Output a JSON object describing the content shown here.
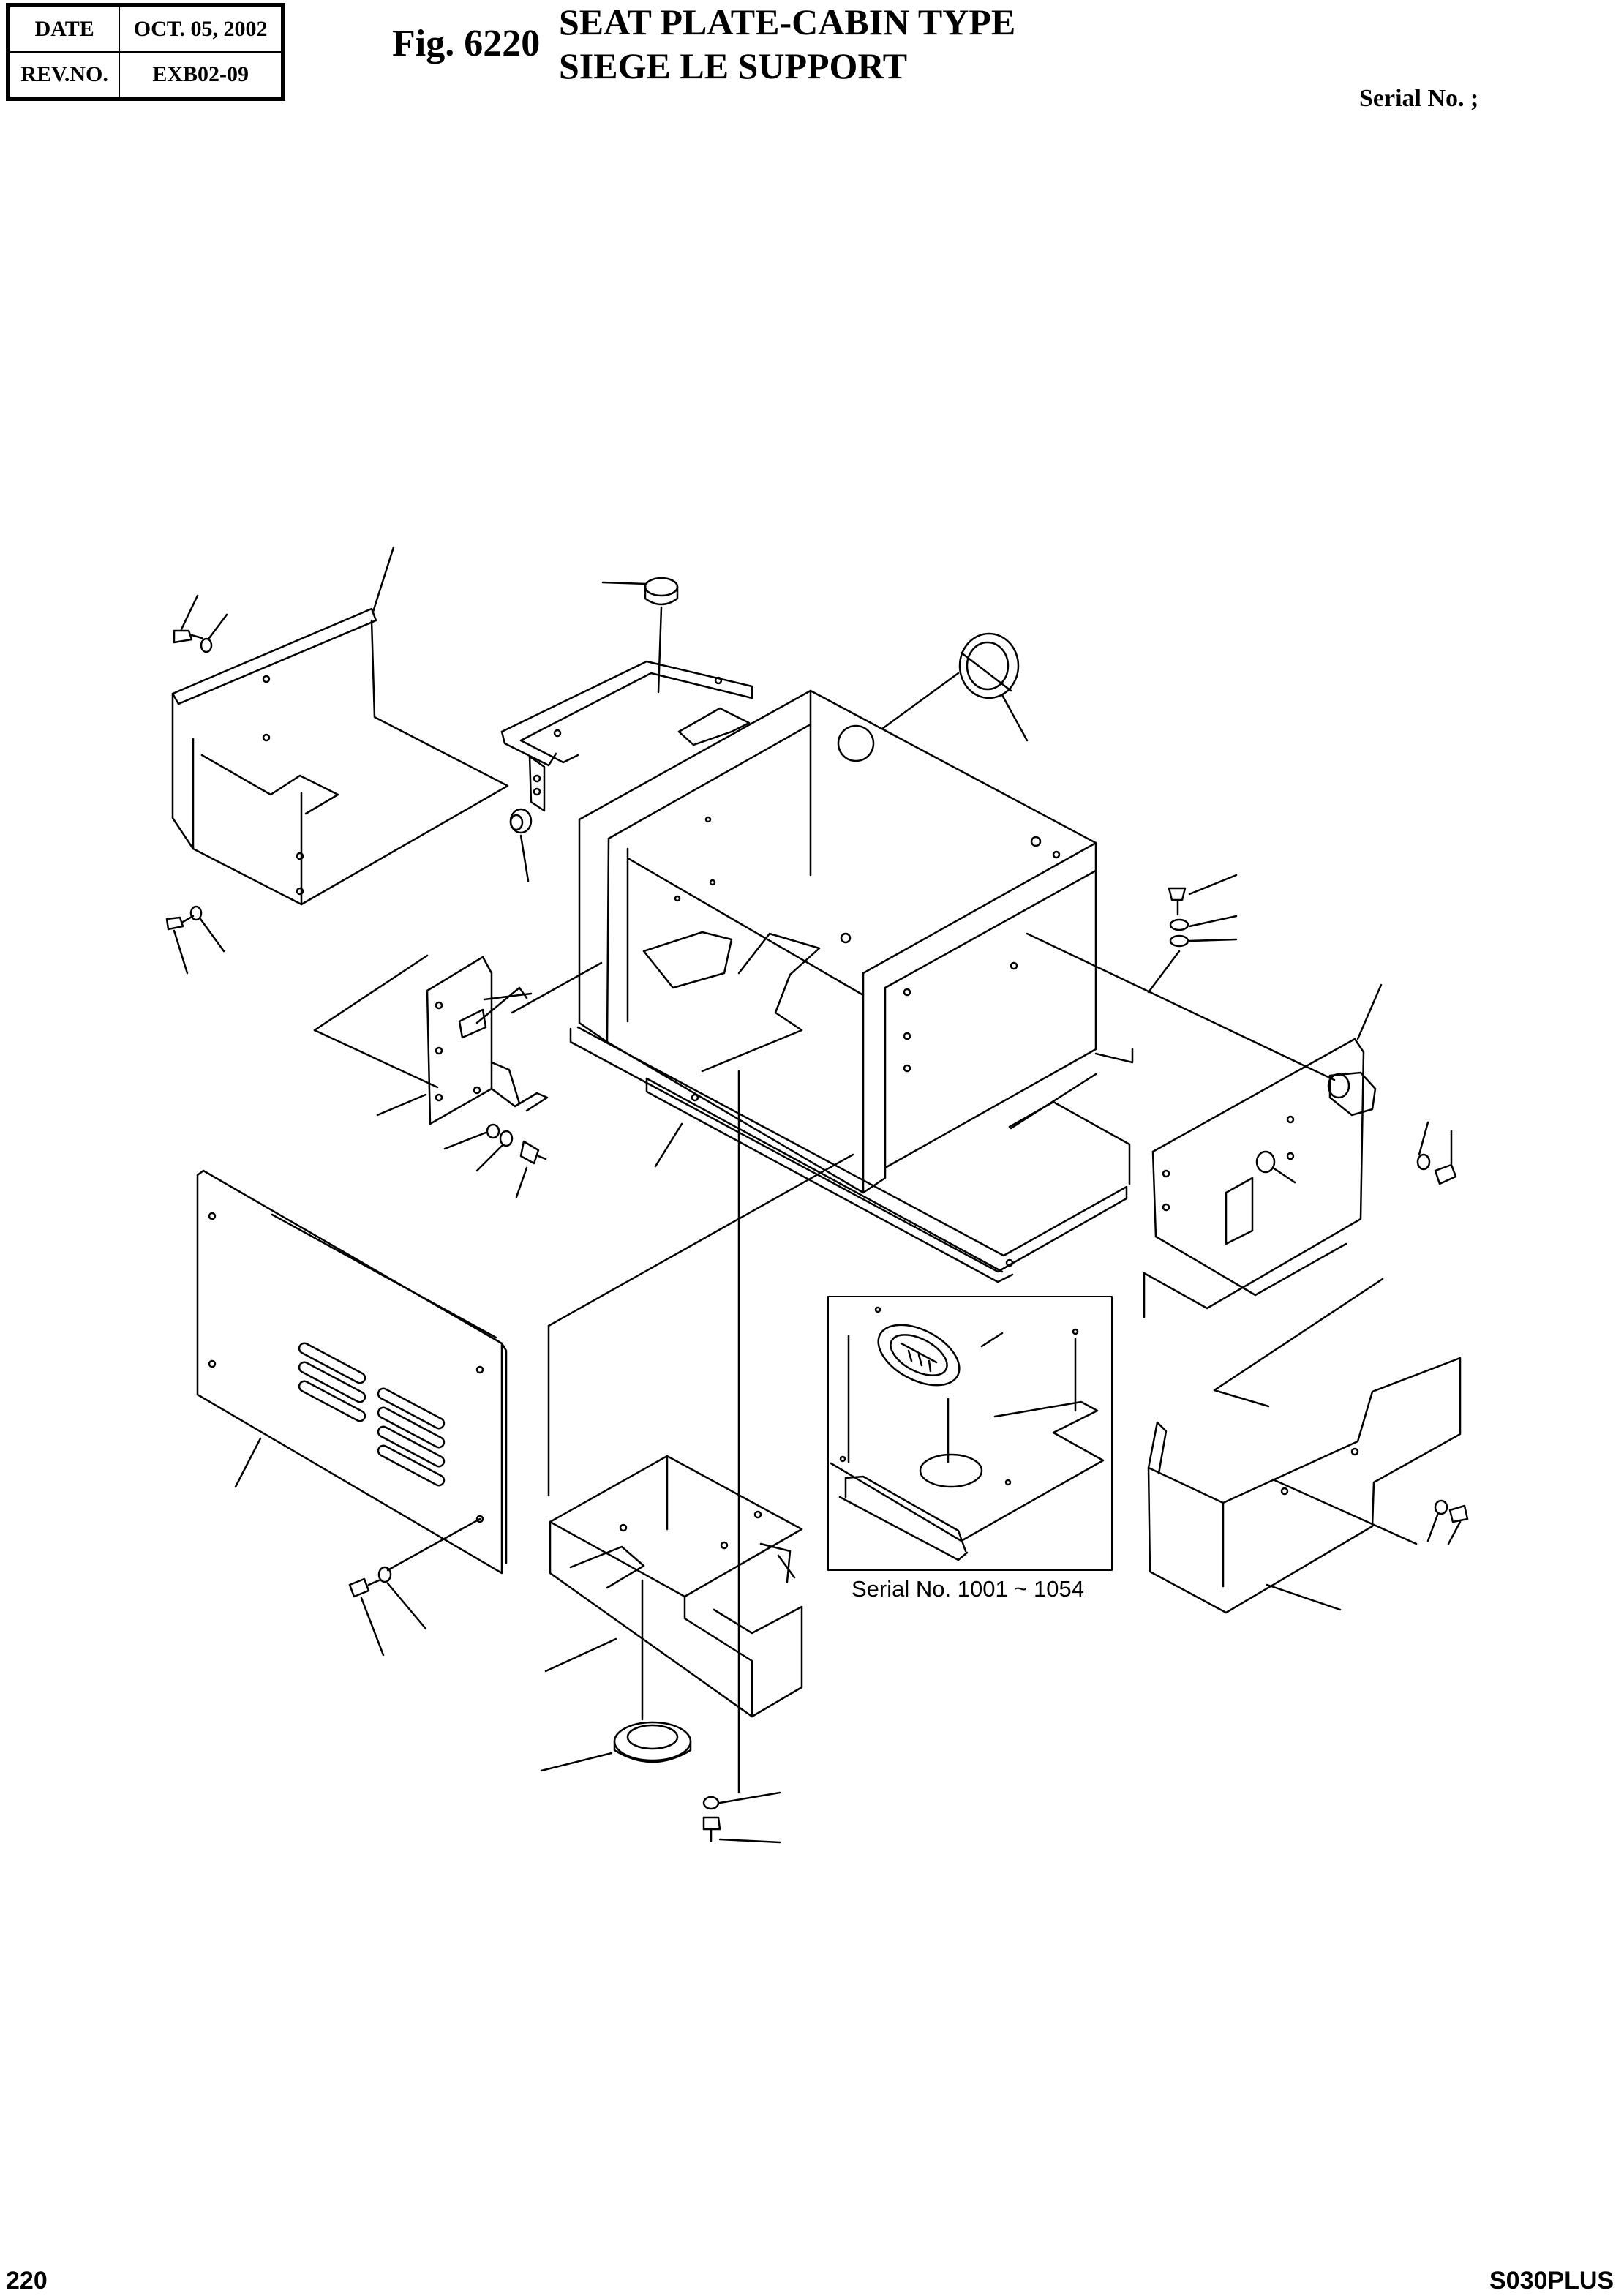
{
  "header": {
    "date_label": "DATE",
    "date_value": "OCT. 05, 2002",
    "rev_label": "REV.NO.",
    "rev_value": "EXB02-09",
    "figure_number": "Fig. 6220",
    "title_line1": "SEAT PLATE-CABIN TYPE",
    "title_line2": "SIEGE LE SUPPORT",
    "serial_label": "Serial No. ;"
  },
  "drawing": {
    "inset_caption": "Serial No. 1001 ~ 1054"
  },
  "footer": {
    "page_number": "220",
    "model": "S030PLUS"
  }
}
